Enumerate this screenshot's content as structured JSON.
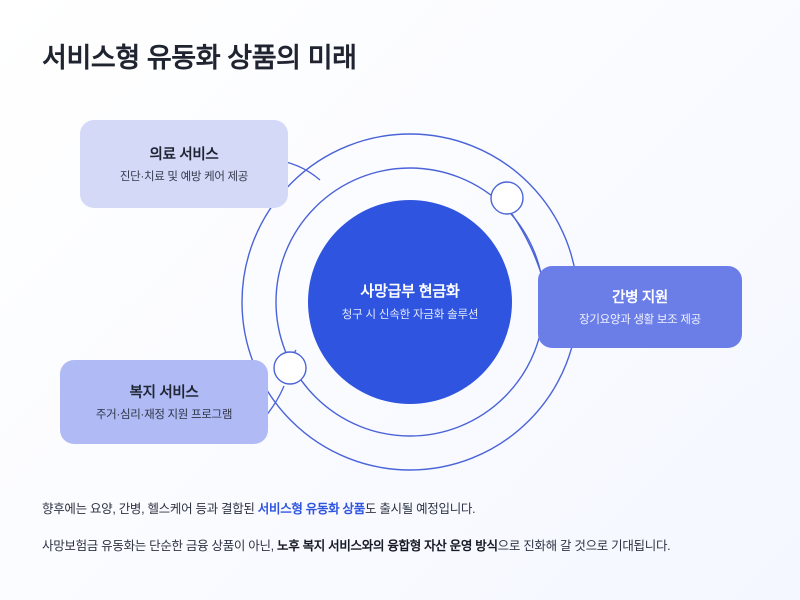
{
  "page": {
    "title": "서비스형 유동화 상품의 미래",
    "background_color": "#fbfcff",
    "accent_color": "#2f55e0"
  },
  "diagram": {
    "core": {
      "title": "사망급부 현금화",
      "subtitle": "청구 시 신속한 자금화 솔루션",
      "fill_color": "#2f55e0"
    },
    "orbit_rings": [
      {
        "name": "inner-ring",
        "stroke_color": "#4a63d8"
      },
      {
        "name": "outer-ring",
        "stroke_color": "#4a63d8"
      }
    ],
    "nodes": [
      {
        "name": "node-upper-right",
        "fill_color": "#ffffff",
        "stroke_color": "#4a63d8"
      },
      {
        "name": "node-lower-left",
        "fill_color": "#ffffff",
        "stroke_color": "#4a63d8"
      }
    ],
    "cards": [
      {
        "key": "medical",
        "title": "의료 서비스",
        "subtitle": "진단·치료 및 예방 케어 제공",
        "fill_color": "#d4d9f8"
      },
      {
        "key": "care",
        "title": "간병 지원",
        "subtitle": "장기요양과 생활 보조 제공",
        "fill_color": "#6b7ee8"
      },
      {
        "key": "welfare",
        "title": "복지 서비스",
        "subtitle": "주거·심리·재정 지원 프로그램",
        "fill_color": "#b0bbf5"
      }
    ]
  },
  "captions": {
    "line1": {
      "before": "향후에는 요양, 간병, 헬스케어 등과 결합된 ",
      "highlight": "서비스형 유동화 상품",
      "after": "도 출시될 예정입니다."
    },
    "line2": {
      "before": "사망보험금 유동화는 단순한 금융 상품이 아닌, ",
      "highlight": "노후 복지 서비스와의 융합형 자산 운영 방식",
      "after": "으로 진화해 갈 것으로 기대됩니다."
    }
  }
}
